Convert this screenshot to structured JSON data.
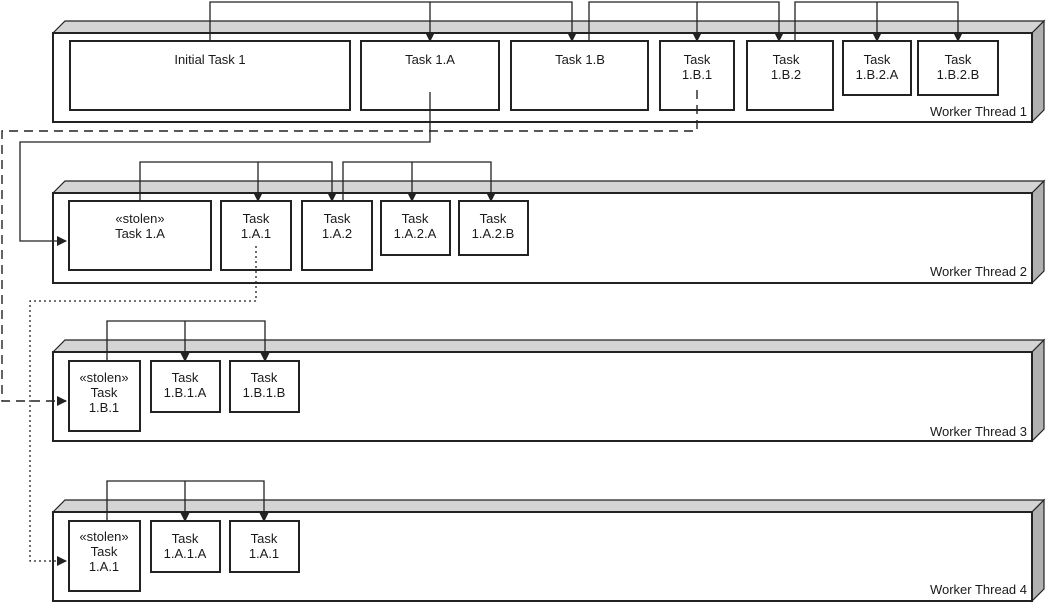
{
  "threads": [
    {
      "label": "Worker Thread 1"
    },
    {
      "label": "Worker Thread 2"
    },
    {
      "label": "Worker Thread 3"
    },
    {
      "label": "Worker Thread 4"
    }
  ],
  "tasks": {
    "t1_initial": [
      "Initial Task 1"
    ],
    "t1_a": [
      "Task 1.A"
    ],
    "t1_b": [
      "Task 1.B"
    ],
    "t1_b1": [
      "Task",
      "1.B.1"
    ],
    "t1_b2": [
      "Task",
      "1.B.2"
    ],
    "t1_b2a": [
      "Task",
      "1.B.2.A"
    ],
    "t1_b2b": [
      "Task",
      "1.B.2.B"
    ],
    "t2_stolen": [
      "«stolen»",
      "Task 1.A"
    ],
    "t2_a1": [
      "Task",
      "1.A.1"
    ],
    "t2_a2": [
      "Task",
      "1.A.2"
    ],
    "t2_a2a": [
      "Task",
      "1.A.2.A"
    ],
    "t2_a2b": [
      "Task",
      "1.A.2.B"
    ],
    "t3_stolen": [
      "«stolen»",
      "Task",
      "1.B.1"
    ],
    "t3_b1a": [
      "Task",
      "1.B.1.A"
    ],
    "t3_b1b": [
      "Task",
      "1.B.1.B"
    ],
    "t4_stolen": [
      "«stolen»",
      "Task",
      "1.A.1"
    ],
    "t4_a1a": [
      "Task",
      "1.A.1.A"
    ],
    "t4_a1": [
      "Task",
      "1.A.1"
    ]
  },
  "colors": {
    "stroke": "#222222",
    "bar_top": "#d4d4d4",
    "bar_side": "#b0b0b0"
  }
}
